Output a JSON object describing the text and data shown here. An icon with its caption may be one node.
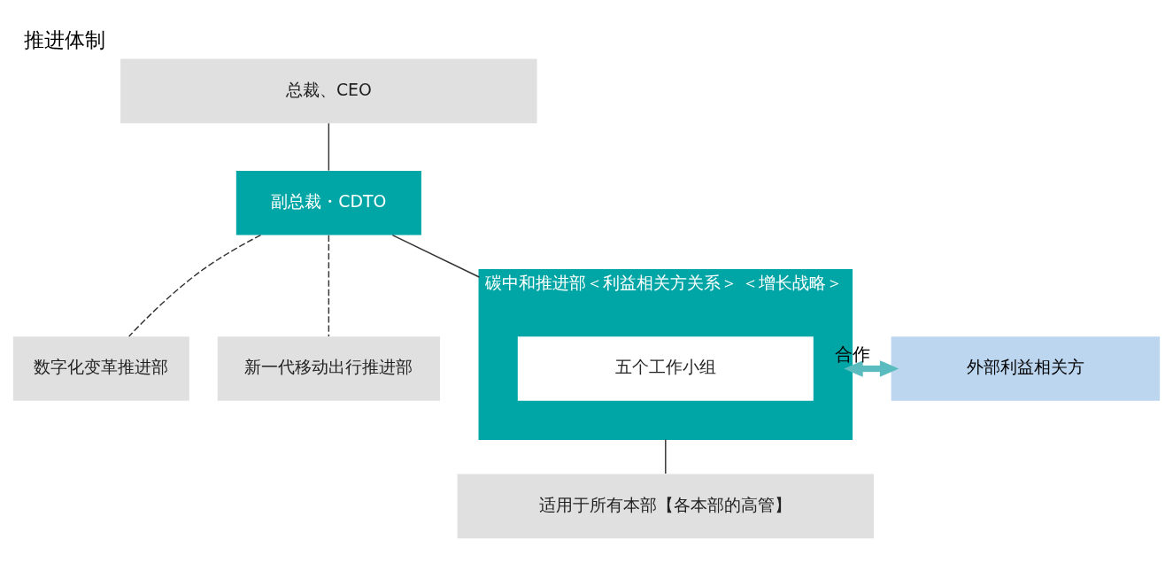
{
  "diagram": {
    "title": "推进体制",
    "nodes": [
      {
        "text": [
          "总裁、CEO"
        ]
      },
      {
        "text": [
          "副总裁・CDTO"
        ]
      },
      {
        "text": [
          "数字化变革推进部"
        ]
      },
      {
        "text": [
          "新一代移动出行推进部"
        ]
      },
      {
        "text": [
          "碳中和推进部＜利益相关方关系＞ ＜增长战略＞"
        ]
      },
      {
        "text": [
          "五个工作小组"
        ],
        "in": 4
      },
      {
        "text": [
          "外部利益相关方"
        ]
      },
      {
        "text": [
          "适用于所有本部【各本部的高管】"
        ]
      }
    ],
    "edges": [
      {
        "from": 0,
        "to": 1,
        "arrow": "none"
      },
      {
        "from": 1,
        "to": 2,
        "arrow": "none",
        "style": "dashed"
      },
      {
        "from": 1,
        "to": 3,
        "arrow": "none",
        "style": "dashed"
      },
      {
        "from": 1,
        "to": 4,
        "arrow": "none"
      },
      {
        "from": 4,
        "to": 6,
        "arrow": "both",
        "label": "合作",
        "style": "thick",
        "color": "#5bbcbf"
      },
      {
        "from": 4,
        "to": 7,
        "arrow": "none"
      }
    ]
  }
}
